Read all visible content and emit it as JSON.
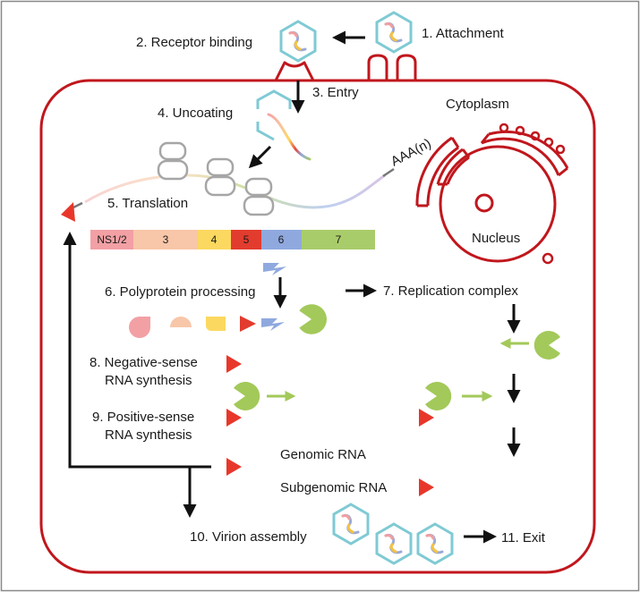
{
  "steps": {
    "s1": "1. Attachment",
    "s2": "2. Receptor binding",
    "s3": "3. Entry",
    "s4": "4. Uncoating",
    "s5": "5. Translation",
    "s6": "6. Polyprotein processing",
    "s7": "7. Replication complex",
    "s8_line1": "8. Negative-sense",
    "s8_line2": "RNA synthesis",
    "s9_line1": "9. Positive-sense",
    "s9_line2": "RNA synthesis",
    "s10": "10. Virion assembly",
    "s11": "11. Exit"
  },
  "compartments": {
    "cytoplasm": "Cytoplasm",
    "nucleus": "Nucleus"
  },
  "rna": {
    "poly_a": "AAA(n)",
    "genomic": "Genomic RNA",
    "subgenomic": "Subgenomic RNA"
  },
  "polyprotein_segments": [
    {
      "label": "NS1/2",
      "color": "#f2a0a4"
    },
    {
      "label": "3",
      "color": "#f8c6a8"
    },
    {
      "label": "4",
      "color": "#fbd860"
    },
    {
      "label": "5",
      "color": "#e23c2e"
    },
    {
      "label": "6",
      "color": "#8fa9df"
    },
    {
      "label": "7",
      "color": "#a9cc6a"
    }
  ],
  "colors": {
    "membrane": "#c0171d",
    "virion_shell": "#7fcad4",
    "arrowhead": "#e8372a",
    "replicase": "#a3c95a"
  }
}
